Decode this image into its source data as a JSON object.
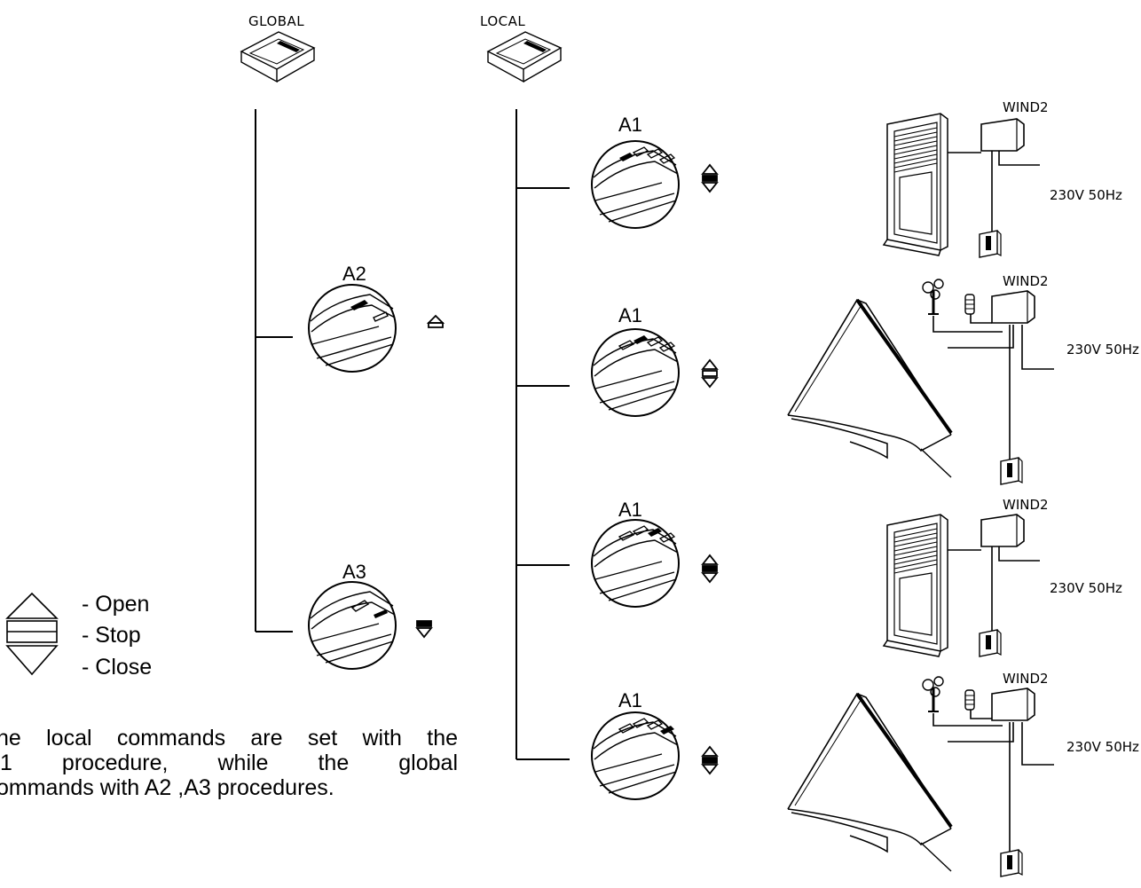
{
  "header": {
    "global_label": "GLOBAL",
    "local_label": "LOCAL"
  },
  "global_procedures": [
    {
      "code": "A2",
      "arrow": "open-arrow-icon"
    },
    {
      "code": "A3",
      "arrow": "close-arrow-icon"
    }
  ],
  "local_procedures": [
    {
      "code": "A1",
      "device": "roller-shutter",
      "arrow": "open-stop-close-icon"
    },
    {
      "code": "A1",
      "device": "awning",
      "arrow": "open-stop-close-icon"
    },
    {
      "code": "A1",
      "device": "roller-shutter",
      "arrow": "open-stop-close-icon"
    },
    {
      "code": "A1",
      "device": "awning",
      "arrow": "open-stop-close-icon"
    }
  ],
  "controllers": [
    {
      "name": "WIND2",
      "supply": "230V 50Hz"
    },
    {
      "name": "WIND2",
      "supply": "230V 50Hz"
    },
    {
      "name": "WIND2",
      "supply": "230V 50Hz"
    },
    {
      "name": "WIND2",
      "supply": "230V 50Hz"
    }
  ],
  "legend": {
    "open": "- Open",
    "stop": "- Stop",
    "close": "- Close"
  },
  "note": {
    "line1": "he local commands are set with the",
    "line2": "1 procedure, while the global",
    "line3": "ommands with A2 ,A3 procedures."
  }
}
